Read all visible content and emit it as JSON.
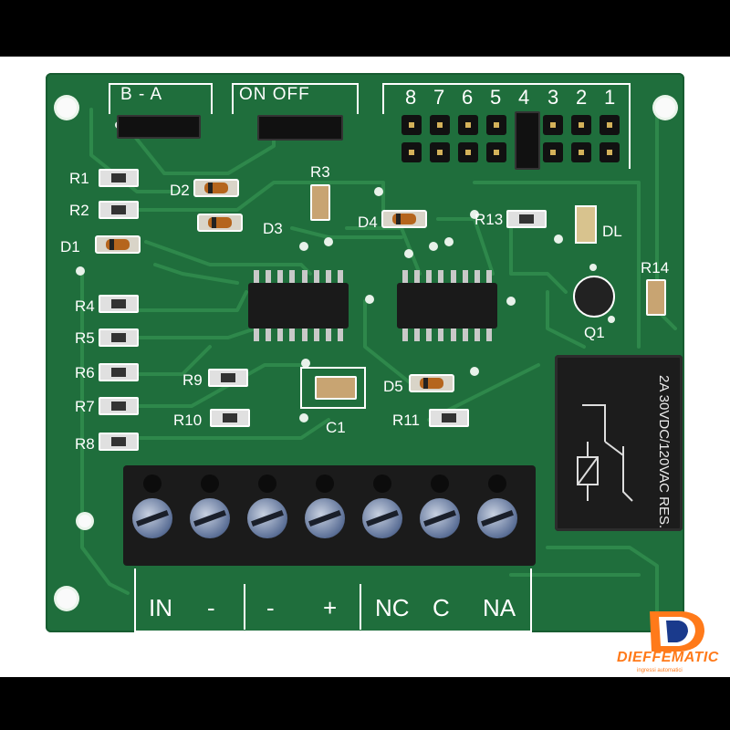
{
  "board": {
    "jumper_labels": {
      "ba": "B - A",
      "onoff": "ON  OFF"
    },
    "header_numbers": [
      "8",
      "7",
      "6",
      "5",
      "4",
      "3",
      "2",
      "1"
    ],
    "component_labels": {
      "r1": "R1",
      "r2": "R2",
      "d1": "D1",
      "d2": "D2",
      "r3": "R3",
      "d3": "D3",
      "d4": "D4",
      "r13": "R13",
      "dl": "DL",
      "r14": "R14",
      "q1": "Q1",
      "r4": "R4",
      "r5": "R5",
      "r6": "R6",
      "r7": "R7",
      "r8": "R8",
      "r9": "R9",
      "r10": "R10",
      "c1": "C1",
      "d5": "D5",
      "r11": "R11"
    },
    "relay_text": "2A 30VDC/120VAC RES.",
    "terminal_labels": [
      "IN",
      "-",
      "-",
      "+",
      "NC",
      "C",
      "NA"
    ]
  },
  "logo": {
    "text": "DIEFFEMATIC",
    "subtext": "ingressi automatici",
    "brand_color": "#ff7a1a",
    "mark_color": "#1a3a8c"
  },
  "colors": {
    "pcb": "#1f6e3c",
    "silkscreen": "#ffffff",
    "background": "#000000"
  }
}
